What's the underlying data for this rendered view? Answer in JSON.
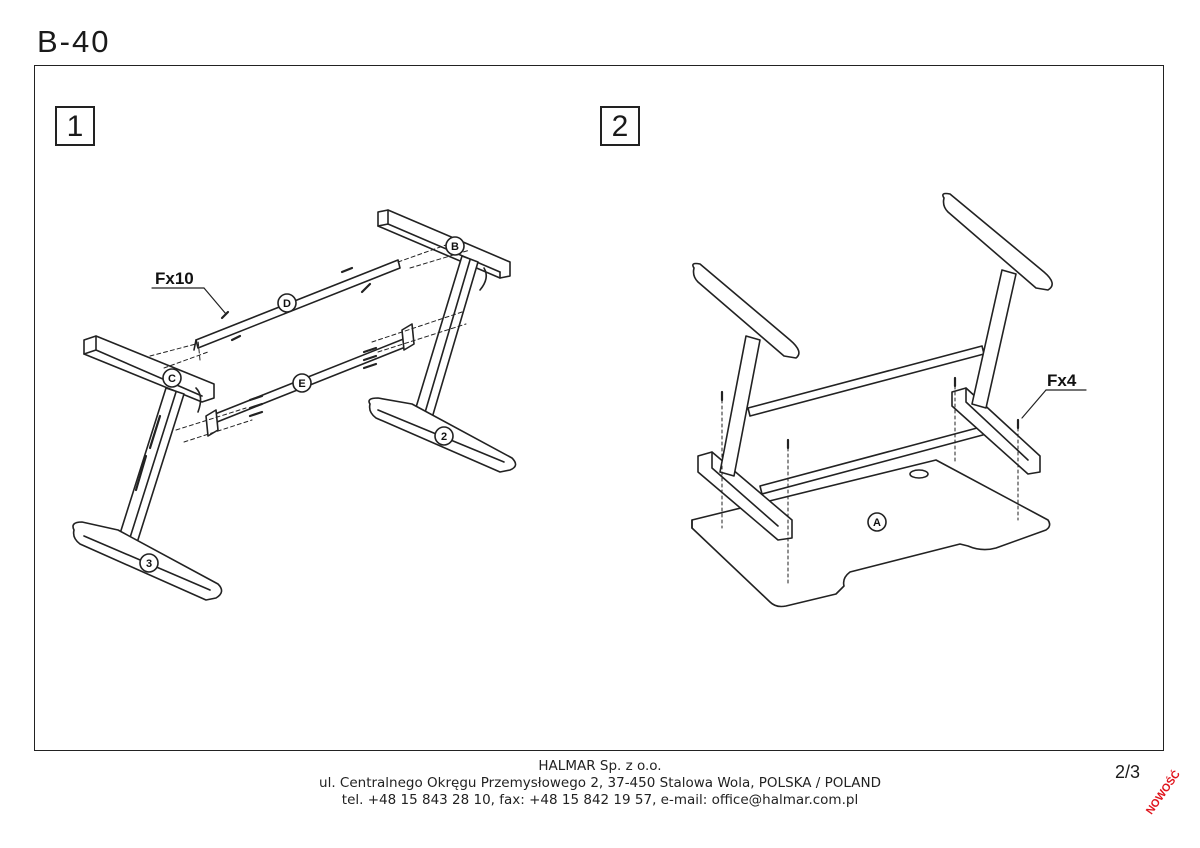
{
  "document": {
    "title": "B-40",
    "page_number": "2/3",
    "badge": "NOWOŚĆ"
  },
  "steps": [
    {
      "number": "1",
      "fastener": "Fx10",
      "parts": {
        "B": "B",
        "C": "C",
        "D": "D",
        "E": "E",
        "leg_right": "2",
        "leg_left": "3"
      }
    },
    {
      "number": "2",
      "fastener": "Fx4",
      "parts": {
        "A": "A"
      }
    }
  ],
  "footer": {
    "company": "HALMAR Sp. z o.o.",
    "address": "ul. Centralnego Okręgu Przemysłowego 2, 37-450 Stalowa Wola, POLSKA / POLAND",
    "contact": "tel. +48 15 843 28 10, fax: +48 15 842 19 57, e-mail: office@halmar.com.pl"
  }
}
